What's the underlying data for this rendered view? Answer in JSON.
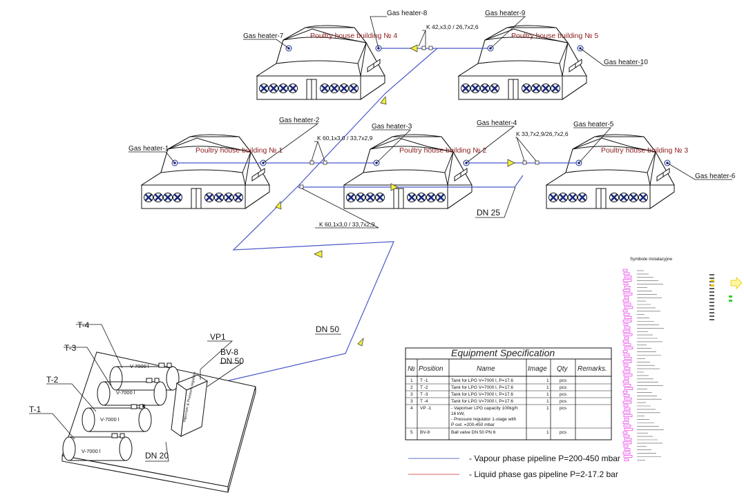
{
  "buildings": [
    {
      "id": "b1",
      "label": "Poultry house building № 1"
    },
    {
      "id": "b2",
      "label": "Poultry house building № 2"
    },
    {
      "id": "b3",
      "label": "Poultry house building № 3"
    },
    {
      "id": "b4",
      "label": "Poultry house building № 4"
    },
    {
      "id": "b5",
      "label": "Poultry house building № 5"
    }
  ],
  "heaters": [
    "Gas heater-1",
    "Gas heater-2",
    "Gas heater-3",
    "Gas heater-4",
    "Gas heater-5",
    "Gas heater-6",
    "Gas heater-7",
    "Gas heater-8",
    "Gas heater-9",
    "Gas heater-10"
  ],
  "pipe_labels": {
    "k42": "K 42,x3,0 / 26,7x2,6",
    "k60a": "K 60,1x3,0 / 33,7x2,9",
    "k33": "K 33,7x2,9/26,7x2,6",
    "k60b": "K 60,1x3,0 / 33,7x2,9",
    "dn25": "DN 25",
    "dn50": "DN 50",
    "dn20": "DN 20",
    "dn50b": "DN 50"
  },
  "station": {
    "vp1": "VP1",
    "bv8": "BV-8",
    "tanks": [
      "T-1",
      "T-2",
      "T-3",
      "T-4"
    ],
    "tank_volume": "V-7000 l",
    "vaporiser_text": "Vaporiser & Pressure regulator"
  },
  "spec": {
    "title": "Equipment Specification",
    "headers": [
      "№",
      "Position",
      "Name",
      "Image",
      "Qty",
      "Remarks."
    ],
    "rows": [
      {
        "no": "1",
        "pos": "T -1",
        "name": [
          "Tank for LPG V=7000 l, P=17.6"
        ],
        "img": "1",
        "qty": "pcs",
        "rem": ""
      },
      {
        "no": "2",
        "pos": "T -2",
        "name": [
          "Tank for LPG V=7000 l, P=17.6"
        ],
        "img": "1",
        "qty": "pcs",
        "rem": ""
      },
      {
        "no": "3",
        "pos": "T -3",
        "name": [
          "Tank for LPG V=7000 l, P=17.6"
        ],
        "img": "1",
        "qty": "pcs",
        "rem": ""
      },
      {
        "no": "3",
        "pos": "T -4",
        "name": [
          "Tank for LPG V=7000 l, P=17.6"
        ],
        "img": "1",
        "qty": "pcs",
        "rem": ""
      },
      {
        "no": "4",
        "pos": "VP -1",
        "name": [
          "- Vaporiser LPG capacity 100kg/h",
          "16 kW,",
          "-  Pressure regulator 1-stage with",
          "P out. =200-450 mbar"
        ],
        "img": "1",
        "qty": "pcs",
        "rem": ""
      },
      {
        "no": "5",
        "pos": "BV-8",
        "name": [
          "Ball valve DN 50 PN 6"
        ],
        "img": "1",
        "qty": "pcs",
        "rem": ""
      }
    ]
  },
  "legend": [
    {
      "text": "- Vapour phase pipeline P=200-450 mbar",
      "color": "#7f8fd6"
    },
    {
      "text": "- Liquid phase gas pipeline P=2-17.2 bar",
      "color": "#e08080"
    }
  ],
  "symbols_title": "Symbole instalacyjne",
  "colors": {
    "vapour": "#4a56c9",
    "liquid": "#d93030",
    "arrow": "#f2ee3a",
    "building_label": "#8b1a1a",
    "symbols": "#e62ee6"
  }
}
